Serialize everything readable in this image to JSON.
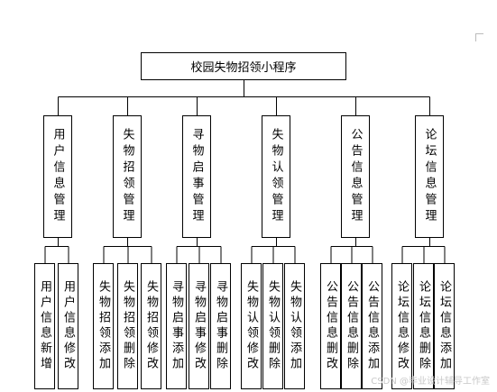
{
  "root": {
    "label": "校园失物招领小程序"
  },
  "modules": [
    {
      "label": "用户信息管理",
      "children": [
        "用户信息新增",
        "用户信息修改"
      ]
    },
    {
      "label": "失物招领管理",
      "children": [
        "失物招领添加",
        "失物招领删除",
        "失物招领修改"
      ]
    },
    {
      "label": "寻物启事管理",
      "children": [
        "寻物启事添加",
        "寻物启事修改",
        "寻物启事删除"
      ]
    },
    {
      "label": "失物认领管理",
      "children": [
        "失物认领修改",
        "失物认领删除",
        "失物认领添加"
      ]
    },
    {
      "label": "公告信息管理",
      "children": [
        "公告信息删改",
        "公告信息删除",
        "公告信息添加"
      ]
    },
    {
      "label": "论坛信息管理",
      "children": [
        "论坛信息修改",
        "论坛信息删除",
        "论坛信息添加"
      ]
    }
  ],
  "watermark": "CSDN @毕业设计辅导工作室"
}
